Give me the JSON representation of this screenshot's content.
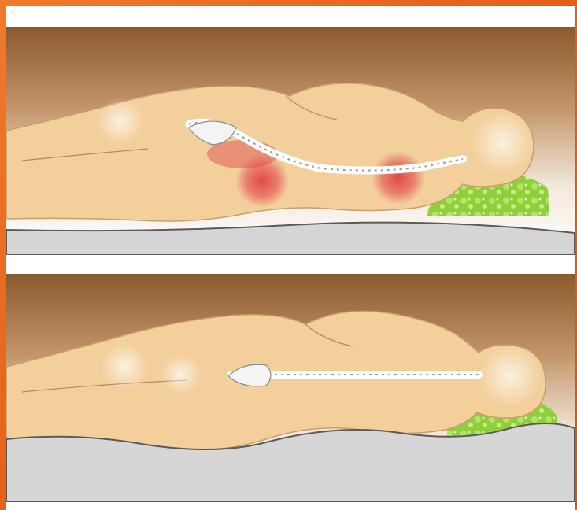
{
  "illustration": {
    "panels": [
      {
        "id": "incorrect",
        "pain_areas": 2,
        "spine_curved": true,
        "pillow_color": "#9bd443"
      },
      {
        "id": "correct",
        "pain_areas": 0,
        "spine_curved": false,
        "pillow_color": "#9bd443"
      }
    ],
    "colors": {
      "border": "#e8641e",
      "skin": "#f3cf9b",
      "mattress": "#d9d9d9",
      "pain": "#e0424a"
    }
  }
}
